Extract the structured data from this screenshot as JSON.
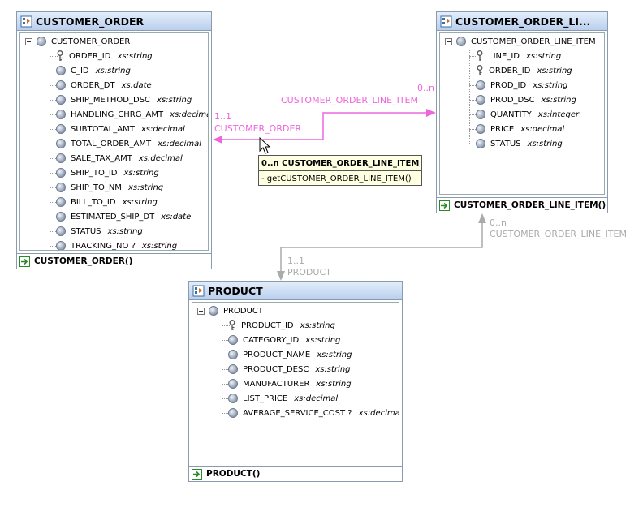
{
  "entities": {
    "customer_order": {
      "title": "CUSTOMER_ORDER",
      "root": "CUSTOMER_ORDER",
      "footer": "CUSTOMER_ORDER()",
      "fields": [
        {
          "name": "ORDER_ID",
          "type": "xs:string",
          "key": true
        },
        {
          "name": "C_ID",
          "type": "xs:string",
          "key": false
        },
        {
          "name": "ORDER_DT",
          "type": "xs:date",
          "key": false
        },
        {
          "name": "SHIP_METHOD_DSC",
          "type": "xs:string",
          "key": false
        },
        {
          "name": "HANDLING_CHRG_AMT",
          "type": "xs:decimal",
          "key": false
        },
        {
          "name": "SUBTOTAL_AMT",
          "type": "xs:decimal",
          "key": false
        },
        {
          "name": "TOTAL_ORDER_AMT",
          "type": "xs:decimal",
          "key": false
        },
        {
          "name": "SALE_TAX_AMT",
          "type": "xs:decimal",
          "key": false
        },
        {
          "name": "SHIP_TO_ID",
          "type": "xs:string",
          "key": false
        },
        {
          "name": "SHIP_TO_NM",
          "type": "xs:string",
          "key": false
        },
        {
          "name": "BILL_TO_ID",
          "type": "xs:string",
          "key": false
        },
        {
          "name": "ESTIMATED_SHIP_DT",
          "type": "xs:date",
          "key": false
        },
        {
          "name": "STATUS",
          "type": "xs:string",
          "key": false
        },
        {
          "name": "TRACKING_NO ?",
          "type": "xs:string",
          "key": false
        }
      ]
    },
    "customer_order_line_item": {
      "title": "CUSTOMER_ORDER_LI...",
      "root": "CUSTOMER_ORDER_LINE_ITEM",
      "footer": "CUSTOMER_ORDER_LINE_ITEM()",
      "fields": [
        {
          "name": "LINE_ID",
          "type": "xs:string",
          "key": true
        },
        {
          "name": "ORDER_ID",
          "type": "xs:string",
          "key": true
        },
        {
          "name": "PROD_ID",
          "type": "xs:string",
          "key": false
        },
        {
          "name": "PROD_DSC",
          "type": "xs:string",
          "key": false
        },
        {
          "name": "QUANTITY",
          "type": "xs:integer",
          "key": false
        },
        {
          "name": "PRICE",
          "type": "xs:decimal",
          "key": false
        },
        {
          "name": "STATUS",
          "type": "xs:string",
          "key": false
        }
      ]
    },
    "product": {
      "title": "PRODUCT",
      "root": "PRODUCT",
      "footer": "PRODUCT()",
      "fields": [
        {
          "name": "PRODUCT_ID",
          "type": "xs:string",
          "key": true
        },
        {
          "name": "CATEGORY_ID",
          "type": "xs:string",
          "key": false
        },
        {
          "name": "PRODUCT_NAME",
          "type": "xs:string",
          "key": false
        },
        {
          "name": "PRODUCT_DESC",
          "type": "xs:string",
          "key": false
        },
        {
          "name": "MANUFACTURER",
          "type": "xs:string",
          "key": false
        },
        {
          "name": "LIST_PRICE",
          "type": "xs:decimal",
          "key": false
        },
        {
          "name": "AVERAGE_SERVICE_COST ?",
          "type": "xs:decimal",
          "key": false
        }
      ]
    }
  },
  "relationships": {
    "order_line": {
      "card_order": "1..1",
      "name_order": "CUSTOMER_ORDER",
      "card_line": "0..n",
      "name_line": "CUSTOMER_ORDER_LINE_ITEM",
      "color": "#ee66dd"
    },
    "line_product": {
      "card_line": "0..n",
      "name_line": "CUSTOMER_ORDER_LINE_ITEM",
      "card_product": "1..1",
      "name_product": "PRODUCT",
      "color": "#aaaaaa"
    }
  },
  "tooltip": {
    "title": "0..n CUSTOMER_ORDER_LINE_ITEM",
    "method": "- getCUSTOMER_ORDER_LINE_ITEM()"
  },
  "icons": {
    "entity": "schema-entity-icon",
    "field": "element-circle-icon",
    "key": "key-icon",
    "function": "function-arrow-icon",
    "collapse": "tree-collapse-icon",
    "cursor": "mouse-pointer-icon"
  }
}
